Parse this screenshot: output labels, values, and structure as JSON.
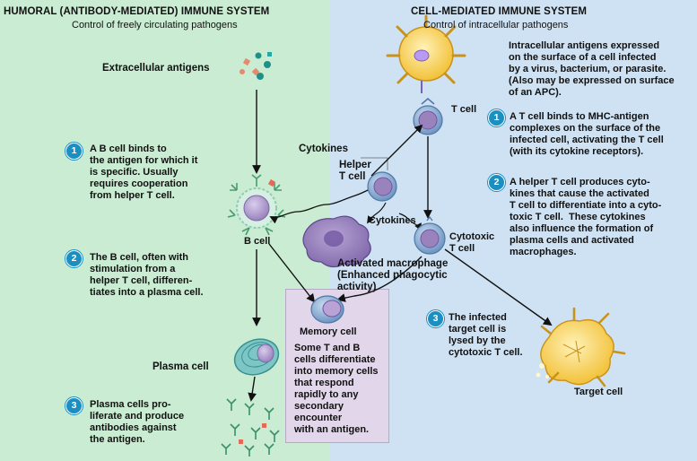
{
  "left": {
    "title": "HUMORAL (ANTIBODY-MEDIATED) IMMUNE SYSTEM",
    "subtitle": "Control of freely circulating pathogens",
    "extracellular_label": "Extracellular antigens",
    "bcell_label": "B cell",
    "plasma_label": "Plasma cell",
    "steps": [
      {
        "num": "1",
        "text": "A B cell binds to\nthe antigen for which it\nis specific. Usually\nrequires cooperation\nfrom helper T cell."
      },
      {
        "num": "2",
        "text": "The B cell, often with\nstimulation from a\nhelper T cell, differen-\ntiates into a plasma cell."
      },
      {
        "num": "3",
        "text": "Plasma cells pro-\nliferate and produce\nantibodies against\nthe antigen."
      }
    ]
  },
  "right": {
    "title": "CELL-MEDIATED IMMUNE SYSTEM",
    "subtitle": "Control of intracellular pathogens",
    "intro": "Intracellular antigens expressed\non the surface of a cell infected\nby a virus, bacterium, or parasite.\n(Also may be expressed on surface\nof an APC).",
    "tcell_label": "T cell",
    "cytotoxic_label": "Cytotoxic\nT cell",
    "target_label": "Target cell",
    "steps": [
      {
        "num": "1",
        "text": "A T cell binds to MHC-antigen\ncomplexes on the surface of the\ninfected cell, activating the T cell\n(with its cytokine receptors)."
      },
      {
        "num": "2",
        "text": "A helper T cell produces cyto-\nkines that cause the activated\nT cell to differentiate into a cyto-\ntoxic T cell.  These cytokines\nalso influence the formation of\nplasma cells and activated\nmacrophages."
      },
      {
        "num": "3",
        "text": "The infected\ntarget cell is\nlysed by the\ncytotoxic T cell."
      }
    ]
  },
  "center": {
    "cytokines_top": "Cytokines",
    "helper_label": "Helper\nT cell",
    "cytokines_mid": "Cytokines",
    "macrophage_label": "Activated macrophage\n(Enhanced phagocytic\nactivity)",
    "memory_label": "Memory cell",
    "memory_text": "Some T and B\ncells differentiate\ninto memory cells\nthat respond\nrapidly to any\nsecondary\nencounter\nwith an antigen."
  },
  "colors": {
    "left_bg": "#c9ecd2",
    "right_bg": "#cfe2f3",
    "memory_bg": "#e2d7ea",
    "step_badge": "#1c8fc2",
    "cell_purple": "#a690c4",
    "cell_blue": "#7fa6cf",
    "infected_yellow": "#f4c94a"
  }
}
